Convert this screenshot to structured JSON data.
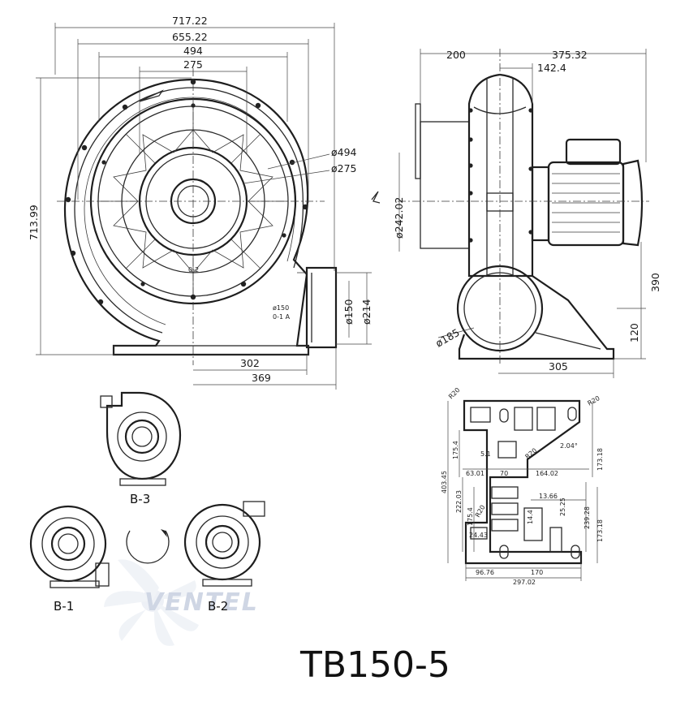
{
  "title": "TB150-5",
  "watermark": "VENTEL",
  "front_view": {
    "width_total": "717.22",
    "width_body": "655.22",
    "dia_494": "494",
    "dia_275": "275",
    "height_total": "713.99",
    "callout_494": "ø494",
    "callout_275": "ø275",
    "outlet_label": "ø150",
    "outlet_sub": "0-1 A",
    "hub_mark": "0-2",
    "outlet_dia_1": "ø150",
    "outlet_dia_2": "ø214",
    "base_302": "302",
    "base_369": "369"
  },
  "side_view": {
    "dim_200": "200",
    "dim_375": "375.32",
    "dim_142": "142.4",
    "inlet_dia": "ø242.02",
    "outlet_dia": "ø185",
    "height_390": "390",
    "height_120": "120",
    "base_305": "305"
  },
  "base_plate": {
    "r_top_left": "R20",
    "r_top_right": "R20",
    "r_mid": "R20",
    "r_lower": "R20",
    "left_403": "403.45",
    "left_175_top": "175.4",
    "left_222": "222.03",
    "left_175_bot": "175.4",
    "d_5": "5.1",
    "d_angle": "2.04°",
    "d_63": "63.01",
    "d_70": "70",
    "d_164": "164.02",
    "d_13": "13.66",
    "d_25": "25.25",
    "d_14": "14.4",
    "d_24": "24.43",
    "right_173_top": "173.18",
    "right_239": "239.28",
    "right_173_bot": "173.18",
    "b_96": "96.76",
    "b_170": "170",
    "b_297": "297.02"
  },
  "views": {
    "b3": "B-3",
    "b1": "B-1",
    "b2": "B-2"
  },
  "colors": {
    "line": "#2a2a2a",
    "watermark": "#cfd6e4"
  }
}
